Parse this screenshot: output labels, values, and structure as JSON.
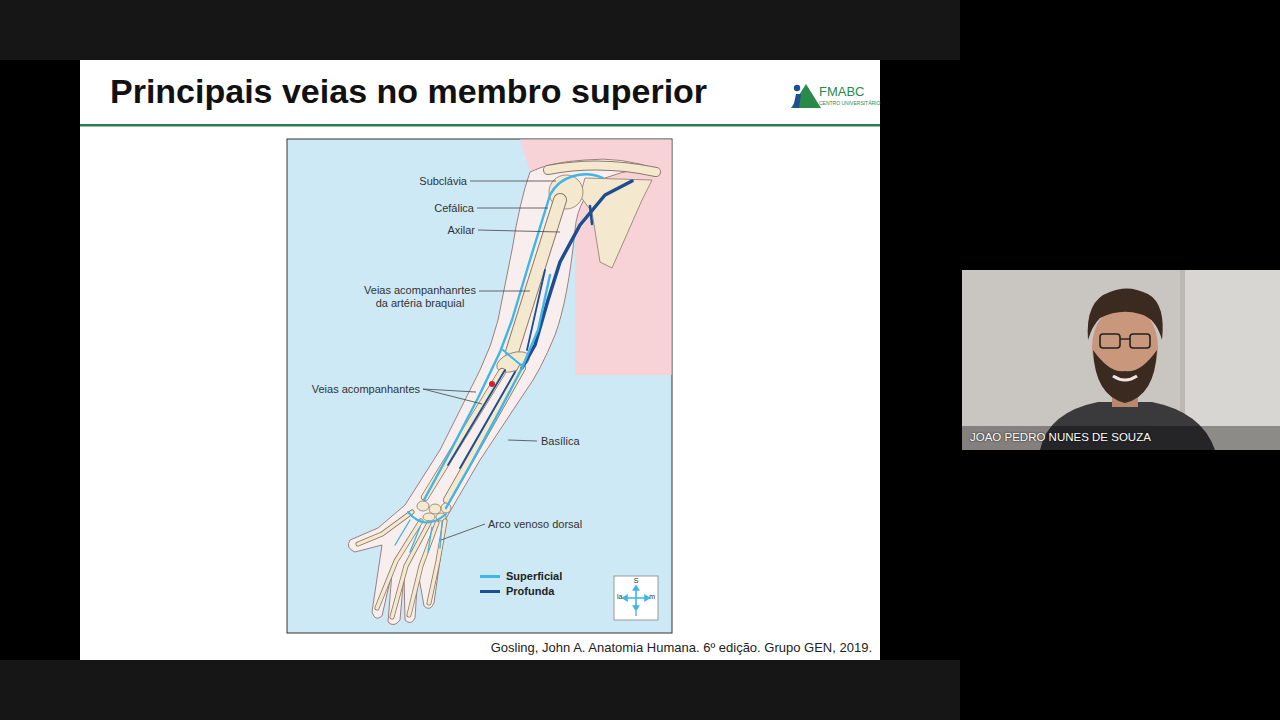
{
  "diagram": {
    "title": "Principais veias no membro superior",
    "caption": "Gosling, John A. Anatomia Humana. 6º edição. Grupo GEN, 2019.",
    "nodes": [
      {
        "text": [
          "S",
          "la",
          "m",
          "I"
        ]
      },
      {
        "text": [
          "JOAO PEDRO NUNES DE SOUZA"
        ]
      }
    ],
    "labels": [
      "FMABC",
      "CENTRO UNIVERSITÁRIO",
      "Subclávia",
      "Cefálica",
      "Axilar",
      "Veias acompanhanrtes da artéria braquial",
      "Veias acompanhantes",
      "Basílica",
      "Arco venoso dorsal"
    ],
    "legend": [
      {
        "text": "Superficial",
        "color": "#3fb5e8"
      },
      {
        "text": "Profunda",
        "color": "#1d4e92"
      }
    ]
  }
}
